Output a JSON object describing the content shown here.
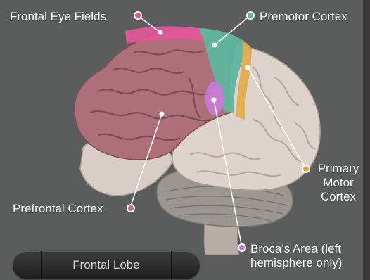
{
  "labels": {
    "frontal_eye_fields": "Frontal Eye Fields",
    "premotor_cortex": "Premotor Cortex",
    "primary_motor_cortex": "Primary\nMotor\nCortex",
    "prefrontal_cortex": "Prefrontal Cortex",
    "brocas_area": "Broca's Area (left\nhemisphere only)"
  },
  "colors": {
    "frontal_eye_fields": "#e5579a",
    "premotor_cortex": "#5fb59d",
    "primary_motor_cortex": "#e2ad4e",
    "prefrontal_cortex": "#b0727c",
    "brocas_area": "#c77bd6"
  },
  "nav": {
    "title": "Frontal Lobe",
    "prev_icon": "triangle-left-icon",
    "next_icon": "triangle-right-icon"
  }
}
